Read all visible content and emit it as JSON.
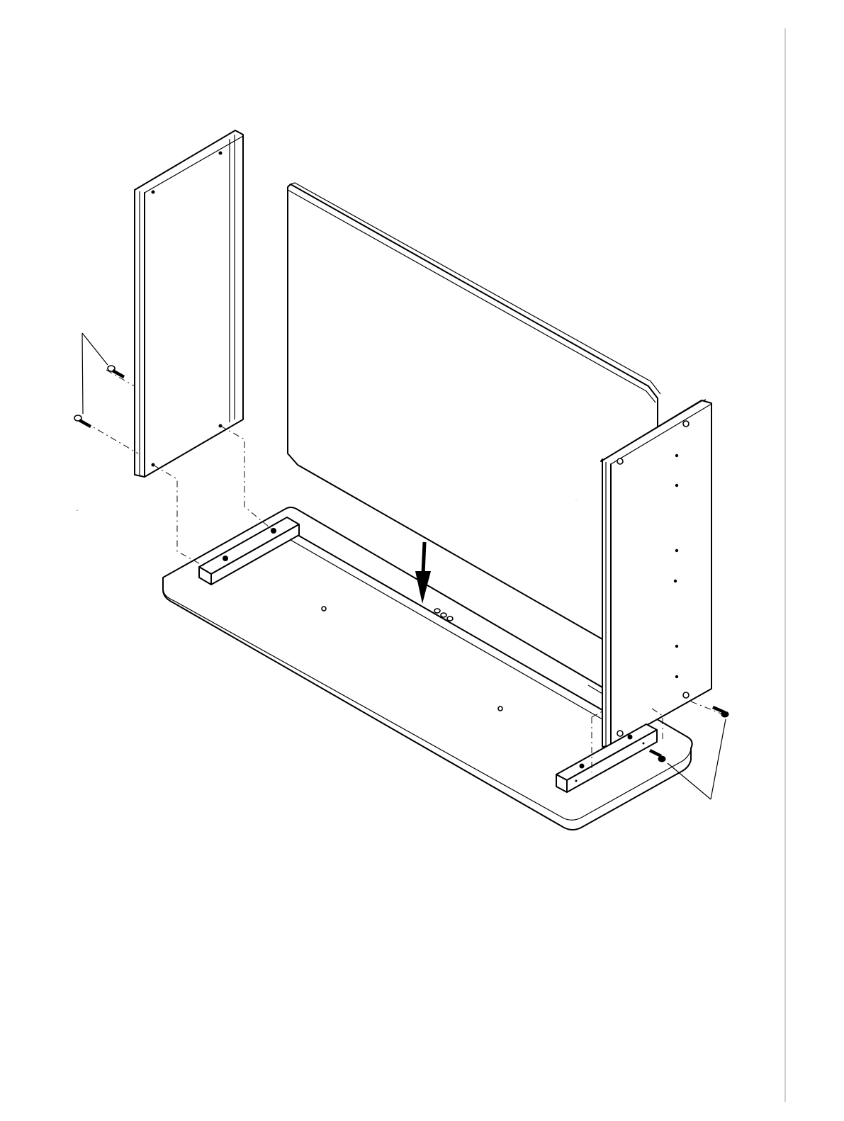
{
  "page": {
    "background": "#ffffff",
    "line_color": "#000000",
    "margin_rule_color": "#cfcfcf"
  },
  "parts": [
    {
      "name": "left-side-panel",
      "icon": "panel-icon"
    },
    {
      "name": "back-panel",
      "icon": "panel-icon"
    },
    {
      "name": "right-side-panel",
      "icon": "panel-icon"
    },
    {
      "name": "base-board",
      "icon": "board-icon"
    },
    {
      "name": "left-cleat",
      "icon": "cleat-icon"
    },
    {
      "name": "right-cleat",
      "icon": "cleat-icon"
    }
  ],
  "fasteners": {
    "screw_icon": "screw-icon",
    "left_count": 2,
    "right_count": 2
  },
  "direction_arrow": {
    "icon": "arrow-down-icon",
    "meaning": "insert"
  }
}
